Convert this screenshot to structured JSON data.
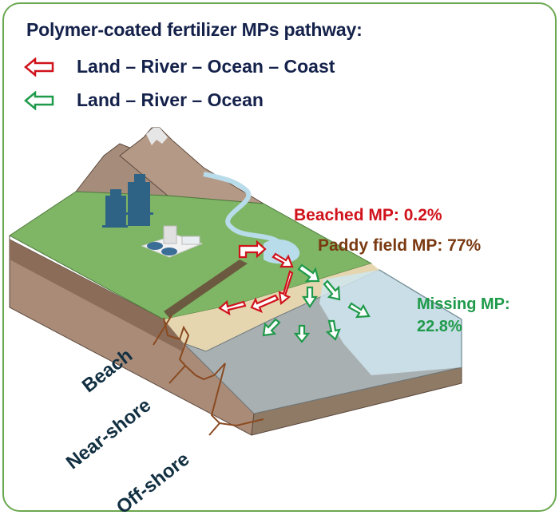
{
  "title": "Polymer-coated fertilizer MPs pathway:",
  "legend": [
    {
      "icon": "red-left-arrow-icon",
      "color": "#d0121b",
      "label": "Land – River  – Ocean – Coast"
    },
    {
      "icon": "green-left-arrow-icon",
      "color": "#1f9a4a",
      "label": "Land – River – Ocean"
    }
  ],
  "annotations": {
    "beached": {
      "text": "Beached MP: 0.2%",
      "color": "#d0121b"
    },
    "paddy": {
      "text": "Paddy field MP: 77%",
      "color": "#7a3a12"
    },
    "missing_line1": {
      "text": "Missing MP:",
      "color": "#1f9a4a"
    },
    "missing_line2": {
      "text": "22.8%",
      "color": "#1f9a4a"
    }
  },
  "zones": [
    "Beach",
    "Near-shore",
    "Off-shore"
  ],
  "scene_elements": [
    "mountains",
    "city-buildings",
    "treatment-plant",
    "river",
    "paddy-field",
    "beach",
    "ocean"
  ],
  "colors": {
    "frame": "#6aa84f",
    "land_green": "#7fb665",
    "soil": "#a98b78",
    "sand": "#e6d6b0",
    "seafloor": "#a9b0b2",
    "water": "#cfe6ee",
    "buildings": "#2e6385"
  }
}
